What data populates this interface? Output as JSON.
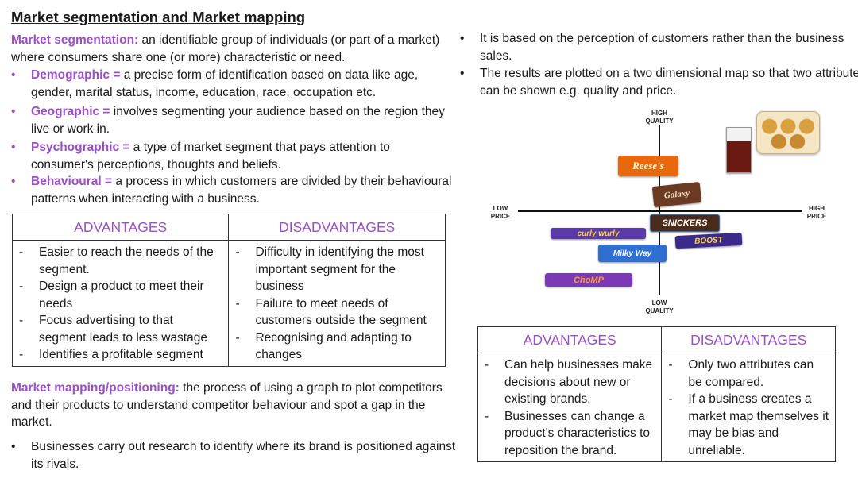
{
  "title": "Market segmentation and Market mapping",
  "segmentation": {
    "term": "Market segmentation:",
    "definition": " an identifiable group of individuals (or part of a market) where consumers share one (or more) characteristic or need.",
    "types": [
      {
        "term": "Demographic =",
        "text": " a precise form of identification based on data like age, gender, marital status, income, education, race, occupation etc."
      },
      {
        "term": "Geographic =",
        "text": " involves segmenting your audience based on the region they live or work in."
      },
      {
        "term": "Psychographic =",
        "text": " a type of market segment that pays attention to consumer's perceptions, thoughts and beliefs."
      },
      {
        "term": "Behavioural =",
        "text": " a process in which customers are divided by their behavioural patterns when interacting with a business."
      }
    ]
  },
  "table1": {
    "advantages_header": "ADVANTAGES",
    "disadvantages_header": "DISADVANTAGES",
    "advantages": [
      "Easier to reach the needs of the segment.",
      "Design a product to meet their needs",
      "Focus advertising to that segment leads to less wastage",
      "Identifies a profitable segment"
    ],
    "disadvantages": [
      "Difficulty in identifying the most important segment for the business",
      "Failure to meet needs of customers outside the segment",
      "Recognising and adapting to changes"
    ]
  },
  "mapping": {
    "term": "Market mapping/positioning:",
    "definition": " the process of using a graph to plot competitors and their products to understand competitor behaviour and spot a gap in the market.",
    "bullets": [
      "Businesses carry out research to identify where its brand is positioned against its rivals."
    ],
    "right_bullets": [
      "It is based on the perception of customers rather than the business sales.",
      "The results are plotted on a two dimensional map so that two attributes can be shown e.g. quality and price."
    ]
  },
  "map": {
    "high_quality": [
      "HIGH",
      "QUALITY"
    ],
    "low_quality": [
      "LOW",
      "QUALITY"
    ],
    "low_price": [
      "LOW",
      "PRICE"
    ],
    "high_price": [
      "HIGH",
      "PRICE"
    ],
    "products": {
      "reeses": "Reese's",
      "galaxy": "Galaxy",
      "snickers": "SNICKERS",
      "boost": "BOOST",
      "curly_wurly": "curly wurly",
      "milky_way": "Milky Way",
      "chomp": "ChoMP"
    }
  },
  "table2": {
    "advantages_header": "ADVANTAGES",
    "disadvantages_header": "DISADVANTAGES",
    "advantages": [
      "Can help businesses make decisions about new or existing brands.",
      "Businesses can change a product's characteristics to reposition the brand."
    ],
    "disadvantages": [
      "Only two attributes can be compared.",
      "If a business creates a market map themselves it may be bias and unreliable."
    ]
  },
  "colors": {
    "accent": "#9b4fc4",
    "border": "#333333"
  }
}
